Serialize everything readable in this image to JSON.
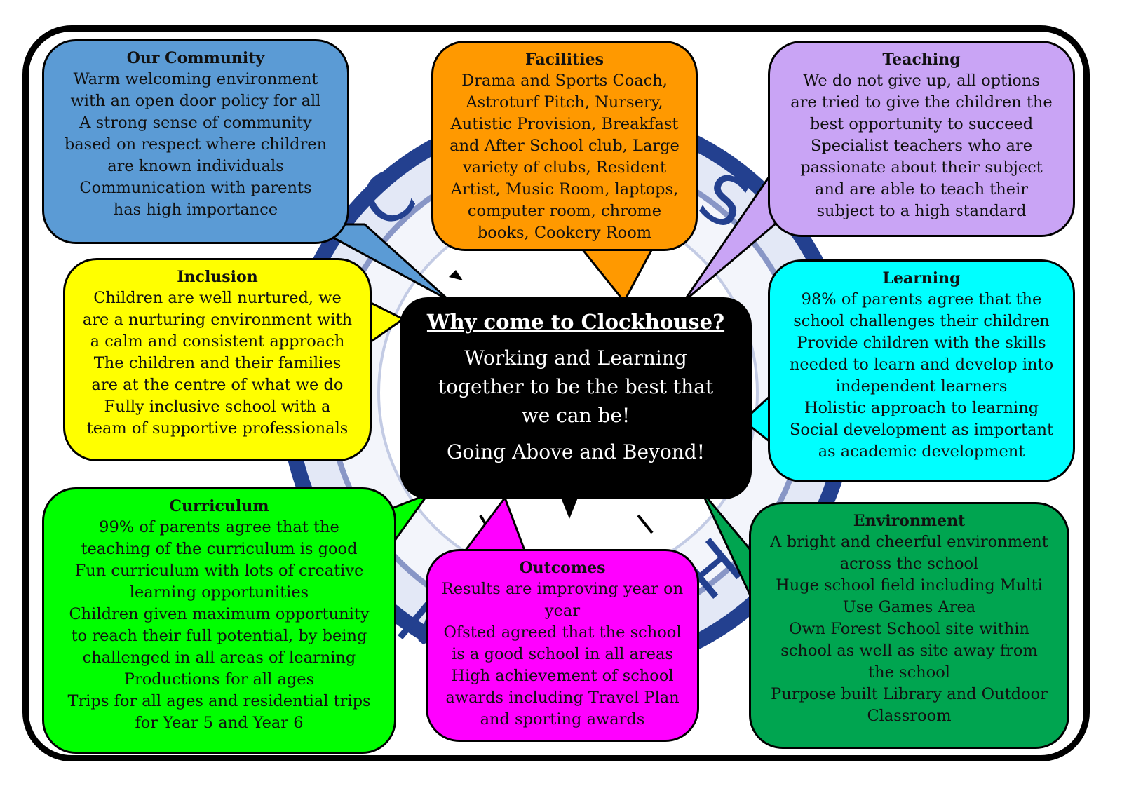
{
  "center": {
    "title": "Why come to Clockhouse?",
    "lines": [
      "Working and Learning",
      "together to be the best that",
      "we can be!"
    ],
    "motto": "Going Above and Beyond!"
  },
  "bubbles": [
    {
      "key": "community",
      "color": "#5b9bd5",
      "title": "Our Community",
      "lines": [
        "Warm welcoming environment",
        "with an open door policy for all",
        "A strong sense of community",
        "based on respect where children",
        "are known individuals",
        "Communication with parents",
        "has high importance"
      ]
    },
    {
      "key": "facilities",
      "color": "#ff9900",
      "title": "Facilities",
      "lines": [
        "Drama and Sports Coach,",
        "Astroturf Pitch, Nursery,",
        "Autistic Provision, Breakfast",
        "and After School club, Large",
        "variety of clubs, Resident",
        "Artist, Music Room, laptops,",
        "computer room, chrome",
        "books, Cookery Room"
      ]
    },
    {
      "key": "teaching",
      "color": "#c9a4f5",
      "title": "Teaching",
      "lines": [
        "We do not give up, all options",
        "are tried to give the children the",
        "best opportunity to succeed",
        "Specialist teachers who are",
        "passionate about their subject",
        "and are able to teach their",
        "subject to a high standard"
      ]
    },
    {
      "key": "inclusion",
      "color": "#ffff00",
      "title": "Inclusion",
      "lines": [
        "Children are well nurtured, we",
        "are a nurturing environment with",
        "a calm and consistent approach",
        "The children and their families",
        "are at the centre of what we do",
        "Fully inclusive school with a",
        "team of supportive professionals"
      ]
    },
    {
      "key": "learning",
      "color": "#00ffff",
      "title": "Learning",
      "lines": [
        "98% of parents agree that the",
        "school challenges their children",
        "Provide children with the skills",
        "needed to learn and develop into",
        "independent learners",
        "Holistic approach to learning",
        "Social development as important",
        "as academic development"
      ]
    },
    {
      "key": "curriculum",
      "color": "#00ff00",
      "title": "Curriculum",
      "lines": [
        "99% of parents agree that the",
        "teaching of the curriculum is good",
        "Fun curriculum with lots of creative",
        "learning opportunities",
        "Children given maximum opportunity",
        "to reach their full  potential, by being",
        "challenged in all areas of learning",
        "Productions for all ages",
        "Trips for all ages and residential trips",
        "for Year 5 and Year 6"
      ]
    },
    {
      "key": "outcomes",
      "color": "#ff00ff",
      "title": "Outcomes",
      "lines": [
        "Results are improving year on",
        "year",
        "Ofsted agreed that the school",
        "is a good school in all areas",
        "High achievement of school",
        "awards including Travel Plan",
        "and sporting awards"
      ]
    },
    {
      "key": "environment",
      "color": "#00a550",
      "title": "Environment",
      "lines": [
        "A bright and cheerful environment",
        "across the school",
        "Huge school field including Multi",
        "Use Games Area",
        "Own Forest School site within",
        "school as well as site away from",
        "the school",
        "Purpose built Library and Outdoor",
        "Classroom"
      ]
    }
  ]
}
